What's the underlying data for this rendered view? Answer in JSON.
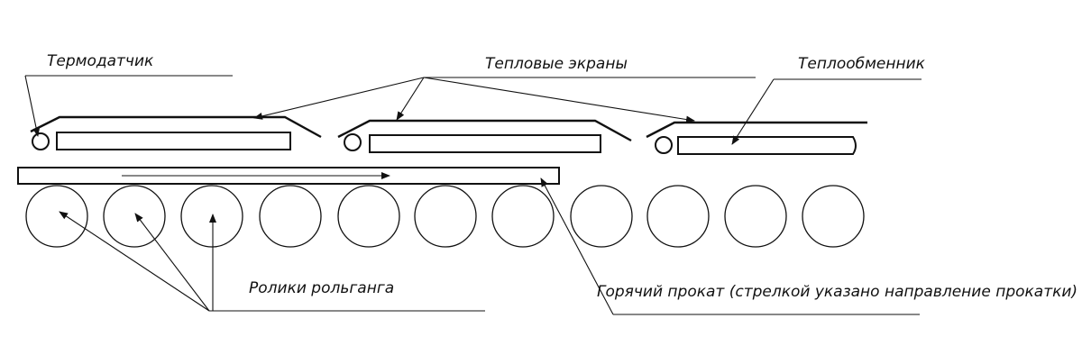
{
  "labels": {
    "thermo_sensor": "Термодатчик",
    "heat_screens": "Тепловые экраны",
    "heat_exchanger": "Теплообменник",
    "rollers": "Ролики рольганга",
    "hot_metal": "Горячий прокат (стрелкой указано направление прокатки)"
  },
  "colors": {
    "ink": "#111111",
    "paper": "#ffffff"
  }
}
